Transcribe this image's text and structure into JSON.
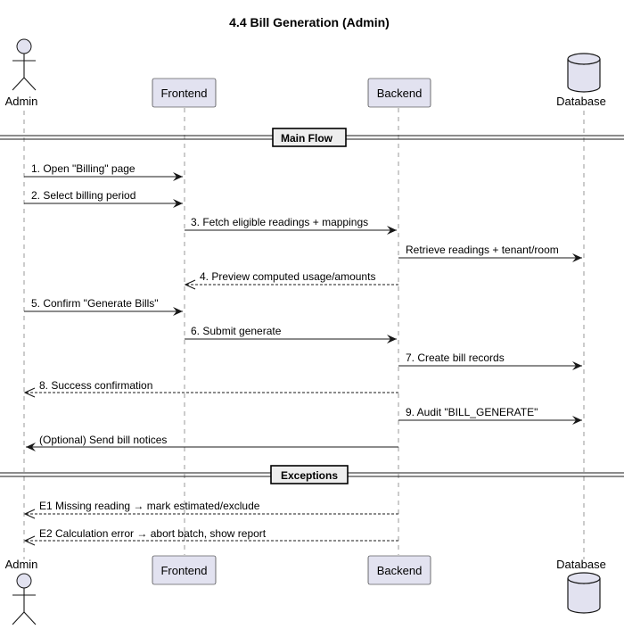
{
  "diagram": {
    "title": "4.4 Bill Generation (Admin)",
    "participants": {
      "admin": "Admin",
      "frontend": "Frontend",
      "backend": "Backend",
      "database": "Database"
    },
    "sections": {
      "main": "Main Flow",
      "exceptions": "Exceptions"
    },
    "messages": [
      {
        "from": "admin",
        "to": "frontend",
        "label": "1. Open \"Billing\" page",
        "style": "solid"
      },
      {
        "from": "admin",
        "to": "frontend",
        "label": "2. Select billing period",
        "style": "solid"
      },
      {
        "from": "frontend",
        "to": "backend",
        "label": "3. Fetch eligible readings + mappings",
        "style": "solid"
      },
      {
        "from": "backend",
        "to": "database",
        "label": "Retrieve readings + tenant/room",
        "style": "solid"
      },
      {
        "from": "backend",
        "to": "frontend",
        "label": "4. Preview computed usage/amounts",
        "style": "dashed"
      },
      {
        "from": "admin",
        "to": "frontend",
        "label": "5. Confirm \"Generate Bills\"",
        "style": "solid"
      },
      {
        "from": "frontend",
        "to": "backend",
        "label": "6. Submit generate",
        "style": "solid"
      },
      {
        "from": "backend",
        "to": "database",
        "label": "7. Create bill records",
        "style": "solid"
      },
      {
        "from": "backend",
        "to": "admin",
        "label": "8. Success confirmation",
        "style": "dashed"
      },
      {
        "from": "backend",
        "to": "database",
        "label": "9. Audit \"BILL_GENERATE\"",
        "style": "solid"
      },
      {
        "from": "backend",
        "to": "admin",
        "label": "(Optional) Send bill notices",
        "style": "solid"
      },
      {
        "from": "backend",
        "to": "admin",
        "label": "E1 Missing reading → mark estimated/exclude",
        "style": "dashed"
      },
      {
        "from": "backend",
        "to": "admin",
        "label": "E2 Calculation error → abort batch, show report",
        "style": "dashed"
      }
    ]
  }
}
